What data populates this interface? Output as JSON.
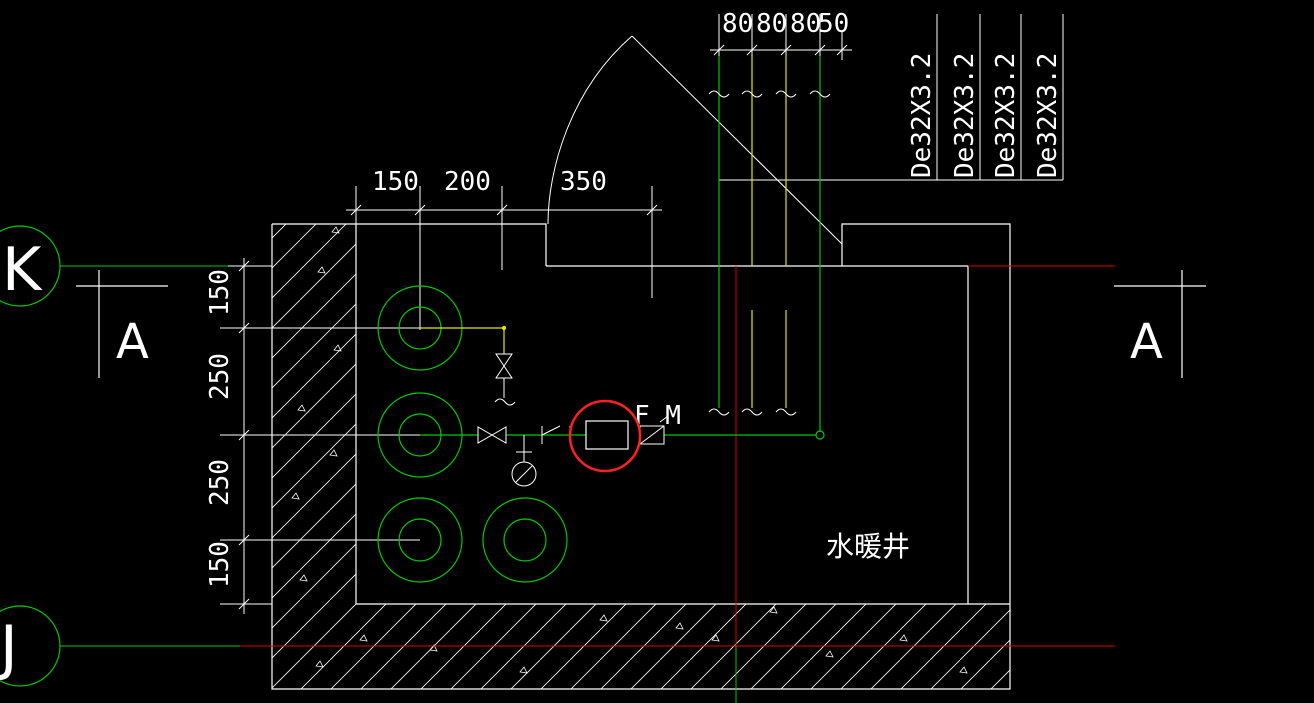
{
  "drawing": {
    "grid_labels": {
      "top_left": "K",
      "bottom_left": "J"
    },
    "section_labels": {
      "left": "A",
      "right": "A"
    },
    "room_label": "水暖井",
    "flow_meter_label": "F M",
    "top_dimensions": [
      "80",
      "80",
      "80",
      "50"
    ],
    "horizontal_dimensions": [
      "150",
      "200",
      "350"
    ],
    "vertical_dimensions": [
      "150",
      "250",
      "250",
      "150"
    ],
    "pipe_specs": [
      "De32X3.2",
      "De32X3.2",
      "De32X3.2",
      "De32X3.2"
    ]
  },
  "colors": {
    "background": "#000000",
    "lines": "#ffffff",
    "green": "#00c800",
    "yellow": "#e6e600",
    "red": "#e00000",
    "highlight": "#ff2020"
  }
}
